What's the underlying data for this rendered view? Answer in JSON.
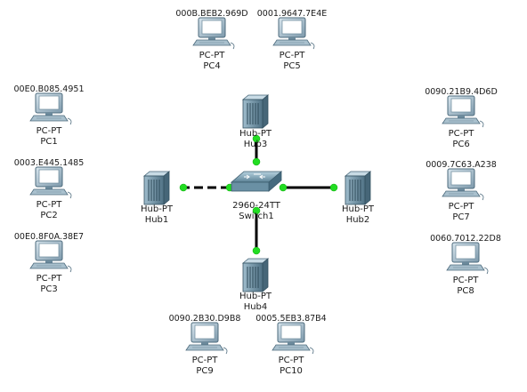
{
  "devices": [
    {
      "id": "PC4",
      "kind": "pc",
      "mac": "000B.BEB2.969D",
      "model": "PC-PT",
      "name": "PC4"
    },
    {
      "id": "PC5",
      "kind": "pc",
      "mac": "0001.9647.7E4E",
      "model": "PC-PT",
      "name": "PC5"
    },
    {
      "id": "PC1",
      "kind": "pc",
      "mac": "00E0.B085.4951",
      "model": "PC-PT",
      "name": "PC1"
    },
    {
      "id": "PC2",
      "kind": "pc",
      "mac": "0003.E445.1485",
      "model": "PC-PT",
      "name": "PC2"
    },
    {
      "id": "PC3",
      "kind": "pc",
      "mac": "00E0.8F0A.38E7",
      "model": "PC-PT",
      "name": "PC3"
    },
    {
      "id": "PC6",
      "kind": "pc",
      "mac": "0090.21B9.4D6D",
      "model": "PC-PT",
      "name": "PC6"
    },
    {
      "id": "PC7",
      "kind": "pc",
      "mac": "0009.7C63.A238",
      "model": "PC-PT",
      "name": "PC7"
    },
    {
      "id": "PC8",
      "kind": "pc",
      "mac": "0060.7012.22D8",
      "model": "PC-PT",
      "name": "PC8"
    },
    {
      "id": "PC9",
      "kind": "pc",
      "mac": "0090.2B30.D9B8",
      "model": "PC-PT",
      "name": "PC9"
    },
    {
      "id": "PC10",
      "kind": "pc",
      "mac": "0005.5EB3.87B4",
      "model": "PC-PT",
      "name": "PC10"
    },
    {
      "id": "Hub1",
      "kind": "hub",
      "model": "Hub-PT",
      "name": "Hub1"
    },
    {
      "id": "Hub2",
      "kind": "hub",
      "model": "Hub-PT",
      "name": "Hub2"
    },
    {
      "id": "Hub3",
      "kind": "hub",
      "model": "Hub-PT",
      "name": "Hub3"
    },
    {
      "id": "Hub4",
      "kind": "hub",
      "model": "Hub-PT",
      "name": "Hub4"
    },
    {
      "id": "Switch1",
      "kind": "switch",
      "model": "2960-24TT",
      "name": "Switch1"
    }
  ],
  "links": [
    {
      "from": "Switch1",
      "to": "Hub1",
      "style": "dashed"
    },
    {
      "from": "Switch1",
      "to": "Hub2",
      "style": "solid"
    },
    {
      "from": "Switch1",
      "to": "Hub3",
      "style": "solid"
    },
    {
      "from": "Switch1",
      "to": "Hub4",
      "style": "solid"
    }
  ],
  "colors": {
    "link": "#000000",
    "port_up": "#22dd22",
    "device": "#7a9fb5",
    "screen": "#ffffff"
  }
}
